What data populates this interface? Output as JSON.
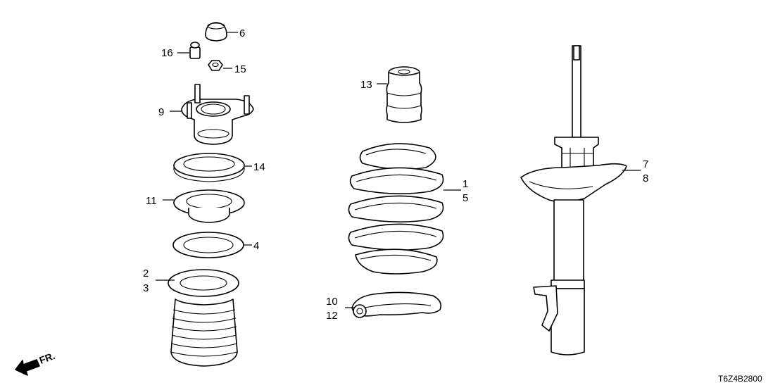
{
  "callouts": {
    "c1": "1",
    "c2": "2",
    "c3": "3",
    "c4": "4",
    "c5": "5",
    "c6": "6",
    "c7": "7",
    "c8": "8",
    "c9": "9",
    "c10": "10",
    "c11": "11",
    "c12": "12",
    "c13": "13",
    "c14": "14",
    "c15": "15",
    "c16": "16"
  },
  "direction_label": "FR.",
  "diagram_code": "T6Z4B2800"
}
